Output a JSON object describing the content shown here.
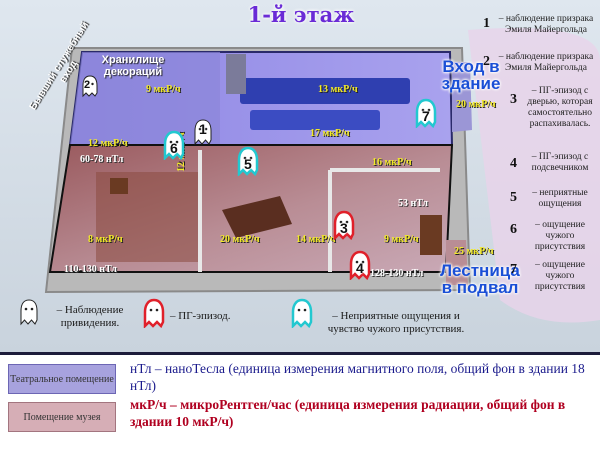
{
  "title": "1-й этаж",
  "colors": {
    "theater": "#7d6fd6",
    "museum": "#b77a86",
    "dose_text": "#f2e92a",
    "ghost_white": "#ffffff",
    "ghost_red": "#e0202a",
    "ghost_cyan": "#22c8d0",
    "bottom_blue": "#1a1a8c",
    "bottom_red": "#b00020"
  },
  "rooms": {
    "storage": "Хранилище декораций",
    "former_entrance": "Бывший служебный вход",
    "entrance": "Вход в здание",
    "stairs": "Лестница в подвал"
  },
  "readings": {
    "dose": [
      "9 мкР/ч",
      "13 мкР/ч",
      "20 мкР/ч",
      "12 мкР/ч",
      "17 мкР/ч",
      "12 мкР/ч",
      "16 мкР/ч",
      "8 мкР/ч",
      "20 мкР/ч",
      "14 мкР/ч",
      "9 мкР/ч",
      "25 мкР/ч"
    ],
    "ntl": [
      "60-78 нТл",
      "53 нТл",
      "110-130 нТл",
      "128-130 нТл"
    ]
  },
  "markers": [
    {
      "number": "1",
      "type": "apparition"
    },
    {
      "number": "2",
      "type": "apparition"
    },
    {
      "number": "3",
      "type": "poltergeist"
    },
    {
      "number": "4",
      "type": "poltergeist"
    },
    {
      "number": "5",
      "type": "unpleasant"
    },
    {
      "number": "6",
      "type": "unpleasant"
    },
    {
      "number": "7",
      "type": "unpleasant"
    }
  ],
  "observations": [
    {
      "number": "1",
      "text": "– наблюдение призрака Эмиля Майергольда"
    },
    {
      "number": "2",
      "text": "– наблюдение призрака Эмиля Майергольда"
    },
    {
      "number": "3",
      "text": "– ПГ-эпизод с дверью, которая самостоятельно распахивалась."
    },
    {
      "number": "4",
      "text": "– ПГ-эпизод с подсвечником"
    },
    {
      "number": "5",
      "text": "– неприятные ощущения"
    },
    {
      "number": "6",
      "text": "– ощущение чужого присутствия"
    },
    {
      "number": "7",
      "text": "– ощущение чужого присутствия"
    }
  ],
  "legend": {
    "apparition": "– Наблюдение привидения.",
    "poltergeist": "– ПГ-эпизод.",
    "unpleasant": "– Неприятные ощущения и чувство чужого присутствия."
  },
  "swatches": {
    "theater": "Театральное помещение",
    "museum": "Помещение музея"
  },
  "notes": {
    "ntl": "нТл – наноТесла (единица измерения магнитного поля, общий фон в здании 18 нТл)",
    "dose": "мкР/ч – микроРентген/час (единица измерения радиации, общий фон в здании 10 мкР/ч)"
  }
}
